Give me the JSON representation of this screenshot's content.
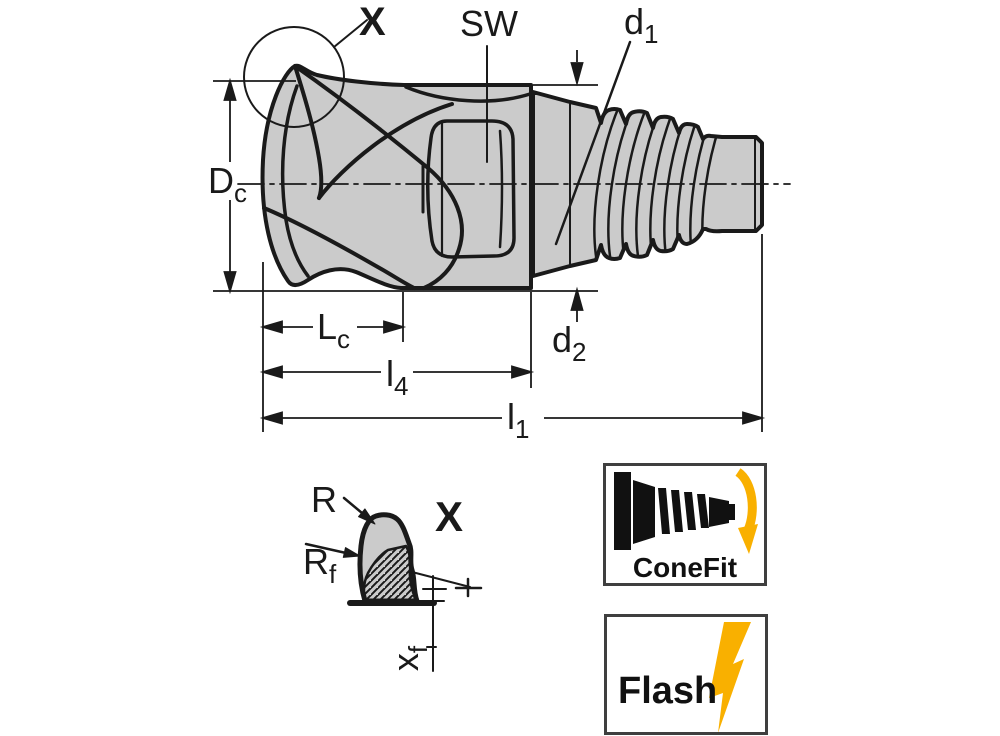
{
  "drawing": {
    "colors": {
      "body_fill": "#cbcbcb",
      "line": "#1a1a1a",
      "accent_yellow": "#f9b000",
      "badge_border": "#3f3f3f"
    },
    "labels": {
      "detail_marker": "X",
      "wrench_size": "SW",
      "d1": {
        "base": "d",
        "sub": "1"
      },
      "Dc": {
        "base": "D",
        "sub": "c"
      },
      "Lc": {
        "base": "L",
        "sub": "c"
      },
      "l4": {
        "base": "l",
        "sub": "4"
      },
      "d2": {
        "base": "d",
        "sub": "2"
      },
      "l1": {
        "base": "l",
        "sub": "1"
      }
    },
    "detail_view": {
      "title": "X",
      "R": "R",
      "Rf": {
        "base": "R",
        "sub": "f"
      },
      "xf": {
        "base": "x",
        "sub": "f"
      }
    }
  },
  "badges": {
    "conefit": {
      "label": "ConeFit"
    },
    "flash": {
      "label": "Flash"
    }
  }
}
